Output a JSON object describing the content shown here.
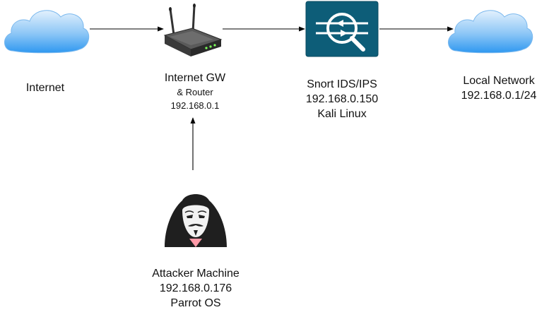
{
  "nodes": {
    "internet": {
      "label": "Internet",
      "icon": "cloud-icon"
    },
    "router": {
      "line1": "Internet GW",
      "line2": "& Router",
      "line3": "192.168.0.1",
      "icon": "router-icon"
    },
    "snort": {
      "line1": "Snort IDS/IPS",
      "line2": "192.168.0.150",
      "line3": "Kali Linux",
      "icon": "ids-icon"
    },
    "local": {
      "line1": "Local Network",
      "line2": "192.168.0.1/24",
      "icon": "cloud-icon"
    },
    "attacker": {
      "line1": "Attacker Machine",
      "line2": "192.168.0.176",
      "line3": "Parrot OS",
      "icon": "hacker-icon"
    }
  },
  "colors": {
    "cloud": "#2f98f0",
    "cloud_light": "#cfe6fb",
    "ids_bg": "#0d5d78",
    "ids_fg": "#ffffff",
    "hacker": "#1f1f1f",
    "mask": "#f2f2f2",
    "line": "#000000"
  }
}
